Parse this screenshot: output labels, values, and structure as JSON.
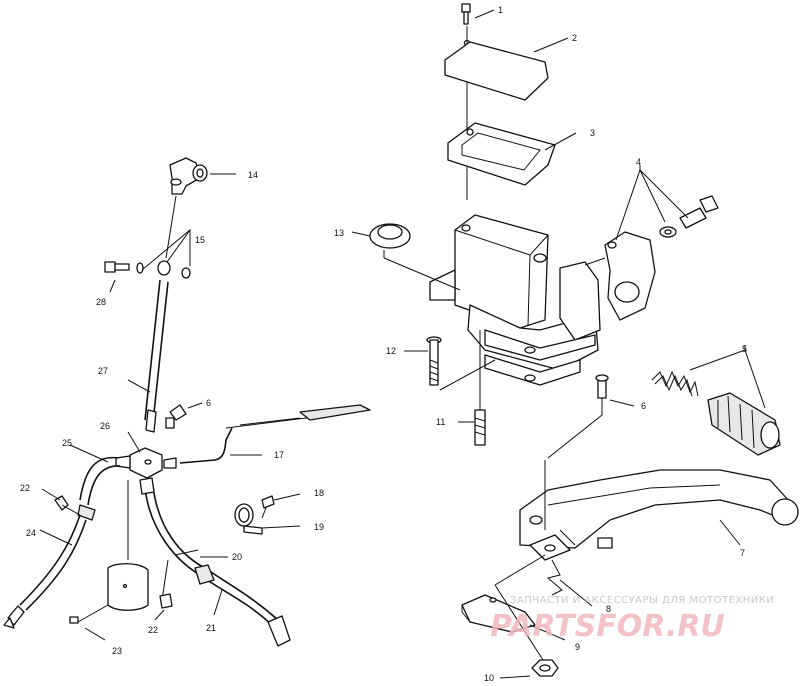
{
  "callouts": [
    "1",
    "2",
    "3",
    "4",
    "5",
    "6",
    "7",
    "8",
    "9",
    "10",
    "11",
    "12",
    "13",
    "14",
    "15",
    "17",
    "18",
    "19",
    "20",
    "21",
    "22",
    "23",
    "24",
    "25",
    "26",
    "27",
    "28"
  ],
  "watermark": {
    "line1": "ЗАПЧАСТИ И АКСЕССУАРЫ ДЛЯ МОТОТЕХНИКИ",
    "line2": "PARTSFOR.RU"
  }
}
